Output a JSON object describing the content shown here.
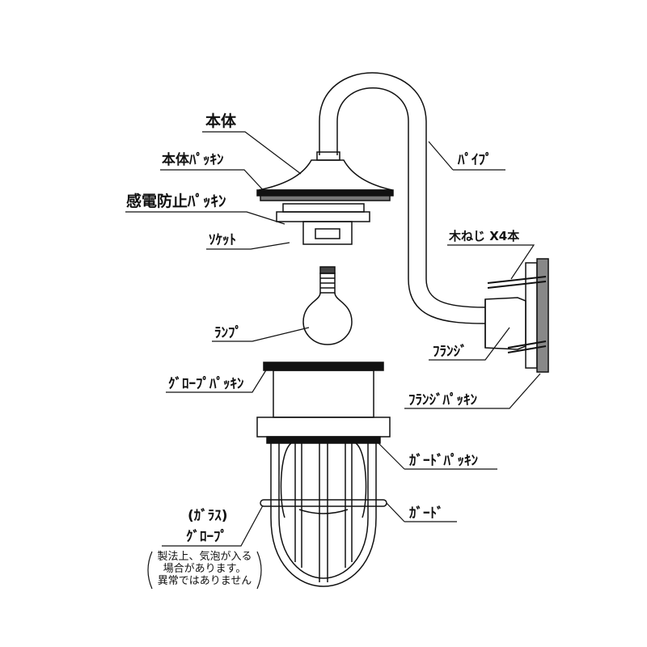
{
  "labels": {
    "body": "本体",
    "body_packing": "本体ﾊﾟｯｷﾝ",
    "shock_packing": "感電防止ﾊﾟｯｷﾝ",
    "socket": "ｿｹｯﾄ",
    "lamp": "ﾗﾝﾌﾟ",
    "globe_packing": "ｸﾞﾛｰﾌﾟﾊﾟｯｷﾝ",
    "glass": "(ｶﾞﾗｽ)",
    "globe": "ｸﾞﾛｰﾌﾟ",
    "pipe": "ﾊﾟｲﾌﾟ",
    "screws": "木ねじ X4本",
    "flange": "ﾌﾗﾝｼﾞ",
    "flange_packing": "ﾌﾗﾝｼﾞﾊﾟｯｷﾝ",
    "guard_packing": "ｶﾞｰﾄﾞﾊﾟｯｷﾝ",
    "guard": "ｶﾞｰﾄﾞ"
  },
  "note": {
    "line1": "製法上、気泡が入る",
    "line2": "場合があります。",
    "line3": "異常ではありません"
  }
}
